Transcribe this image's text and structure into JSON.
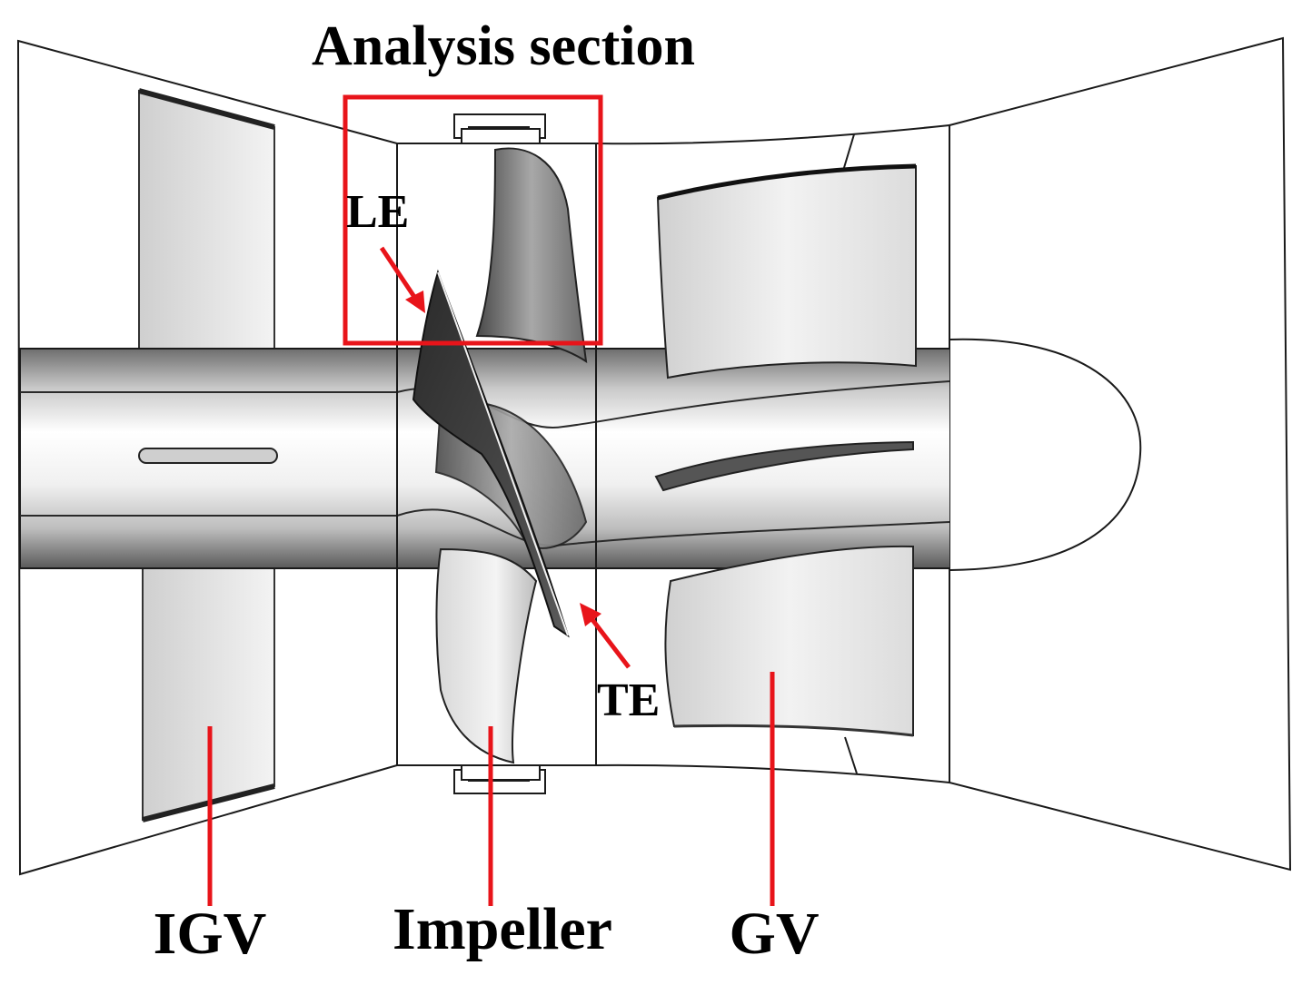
{
  "labels": {
    "title": "Analysis section",
    "le": "LE",
    "te": "TE",
    "igv": "IGV",
    "impeller": "Impeller",
    "gv": "GV"
  },
  "colors": {
    "annotation": "#e8141a",
    "outline": "#1a1a1a",
    "blade_dark": "#3c3c3c",
    "blade_light": "#d6d6d6",
    "background": "#ffffff"
  }
}
